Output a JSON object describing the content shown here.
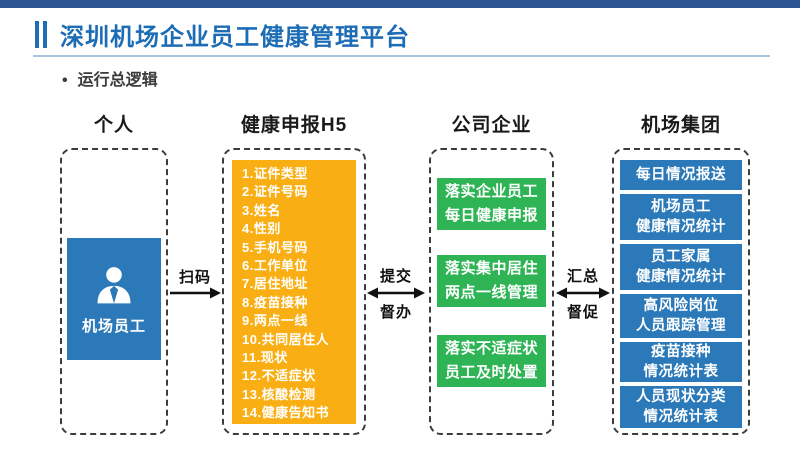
{
  "header": {
    "title": "深圳机场企业员工健康管理平台",
    "bullet_marker": "•",
    "bullet": "运行总逻辑"
  },
  "columns": {
    "personal": {
      "header": "个人",
      "box_label": "机场员工"
    },
    "h5": {
      "header": "健康申报H5",
      "items": [
        "1.证件类型",
        "2.证件号码",
        "3.姓名",
        "4.性别",
        "5.手机号码",
        "6.工作单位",
        "7.居住地址",
        "8.疫苗接种",
        "9.两点一线",
        "10.共同居住人",
        "11.现状",
        "12.不适症状",
        "13.核酸检测",
        "14.健康告知书"
      ]
    },
    "company": {
      "header": "公司企业",
      "boxes": [
        "落实企业员工\n每日健康申报",
        "落实集中居住\n两点一线管理",
        "落实不适症状\n员工及时处置"
      ]
    },
    "group": {
      "header": "机场集团",
      "boxes": [
        "每日情况报送",
        "机场员工\n健康情况统计",
        "员工家属\n健康情况统计",
        "高风险岗位\n人员跟踪管理",
        "疫苗接种\n情况统计表",
        "人员现状分类\n情况统计表"
      ]
    }
  },
  "arrows": {
    "scan": {
      "label": "扫码"
    },
    "submit": {
      "top": "提交",
      "bottom": "督办"
    },
    "summary": {
      "top": "汇总",
      "bottom": "督促"
    }
  },
  "colors": {
    "top_bar": "#2D5493",
    "title": "#1C6DB5",
    "blue_box": "#2B79B9",
    "yellow_box": "#F9AF13",
    "green_box": "#2EB454"
  }
}
